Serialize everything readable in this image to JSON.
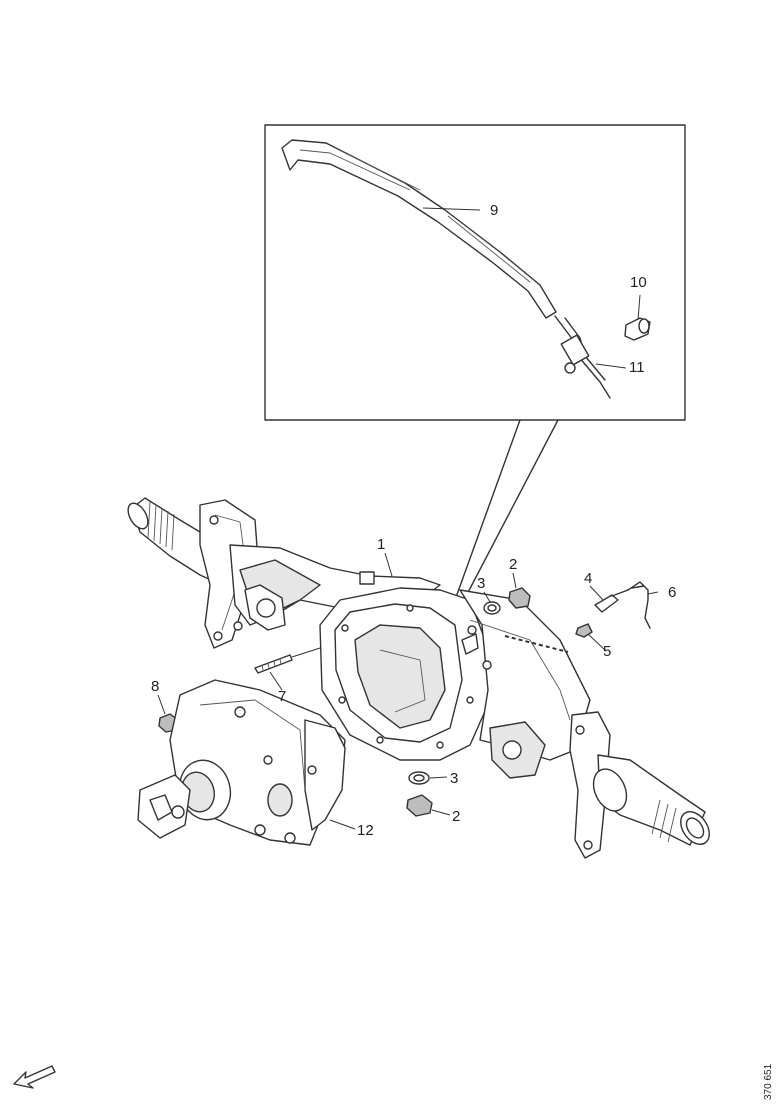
{
  "callouts": {
    "p1": "1",
    "p2_top": "2",
    "p2_bottom": "2",
    "p3_top": "3",
    "p3_bottom": "3",
    "p4": "4",
    "p5": "5",
    "p6": "6",
    "p7": "7",
    "p8": "8",
    "p9": "9",
    "p10": "10",
    "p11": "11",
    "p12": "12"
  },
  "document_code": "370 651",
  "colors": {
    "line": "#333333",
    "fill": "#ffffff",
    "shade": "#e6e6e6"
  },
  "icons": {
    "orientation_arrow": "direction-arrow-icon"
  }
}
